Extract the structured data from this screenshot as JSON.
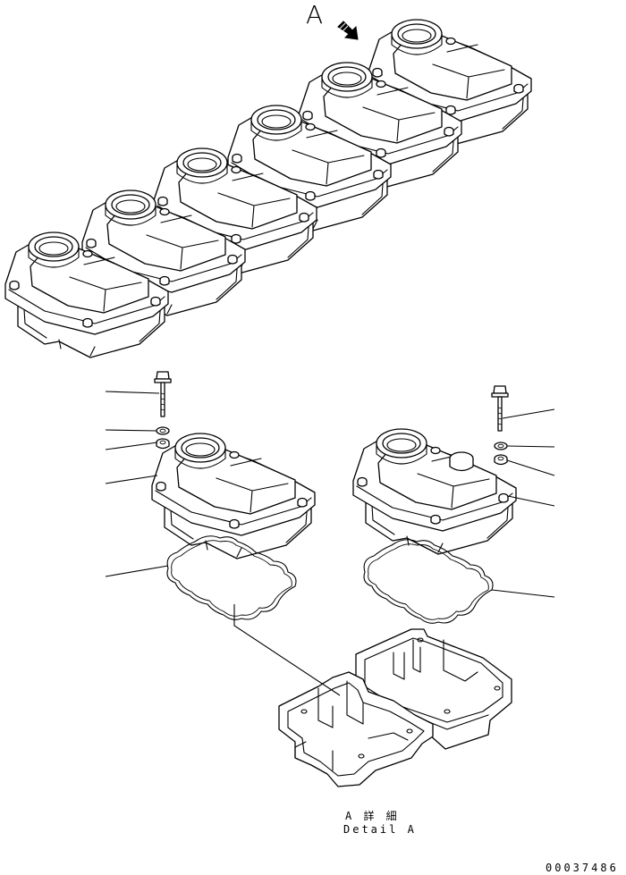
{
  "view_label": "A",
  "detail_caption": {
    "japanese": "A 詳 細",
    "english": "Detail A"
  },
  "drawing_number": "00037486",
  "arrow_icon": "view-direction-arrow-icon"
}
